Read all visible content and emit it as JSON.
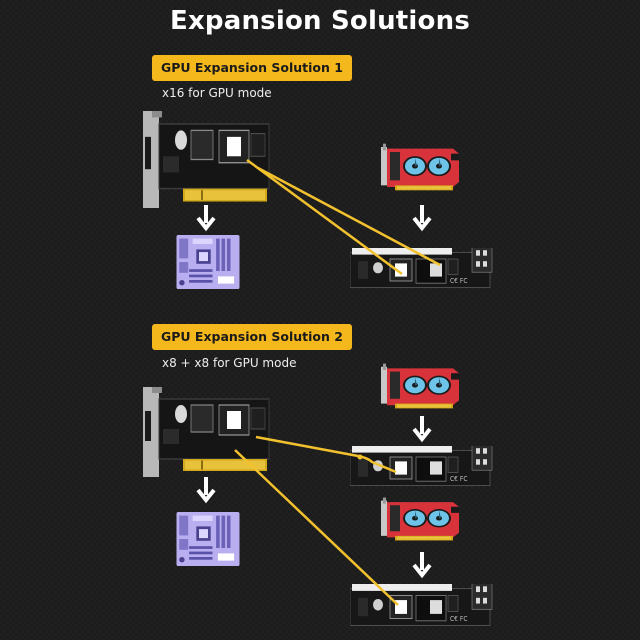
{
  "page": {
    "title": "Expansion Solutions"
  },
  "solutions": [
    {
      "label": "GPU Expansion Solution 1",
      "mode": "x16 for GPU mode"
    },
    {
      "label": "GPU Expansion Solution 2",
      "mode": "x8 + x8 for GPU mode"
    }
  ],
  "colors": {
    "badge": "#f5b81c",
    "cable": "#f2c12e",
    "pcb": "#111111",
    "gpu_shroud": "#d8333a",
    "gpu_fan": "#6ec3e8",
    "motherboard": "#b9aff0",
    "background": "#1c1c1c"
  },
  "icons": [
    "down-arrow-icon",
    "gpu-card-icon",
    "motherboard-icon",
    "adapter-card-icon",
    "riser-board-icon"
  ]
}
